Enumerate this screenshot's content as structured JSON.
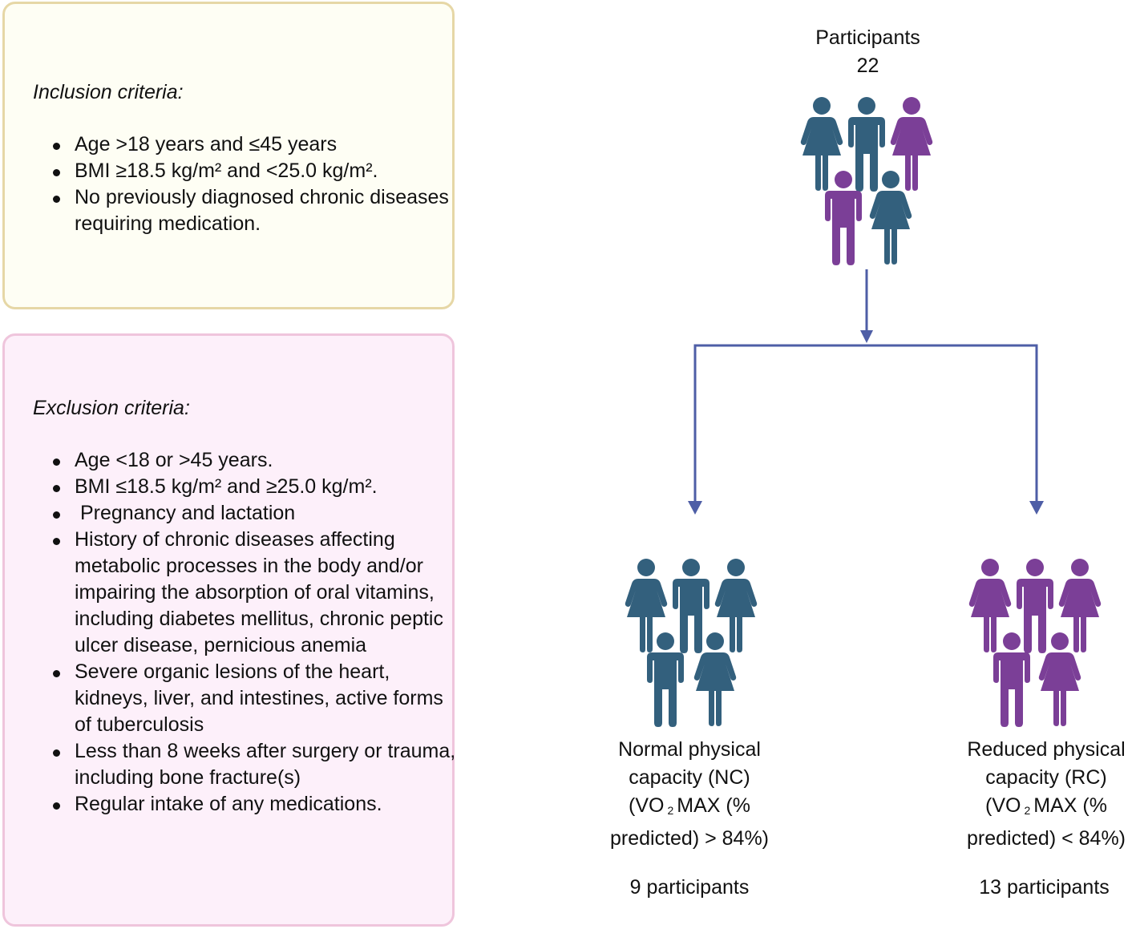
{
  "inclusion": {
    "title": "Inclusion criteria:",
    "items": [
      "Age >18 years and ≤45 years",
      "BMI ≥18.5 kg/m² and <25.0 kg/m².",
      "No previously diagnosed chronic diseases requiring medication."
    ]
  },
  "exclusion": {
    "title": "Exclusion criteria:",
    "items": [
      "Age <18 or >45 years.",
      "BMI ≤18.5 kg/m² and ≥25.0 kg/m².",
      " Pregnancy and lactation",
      "History of chronic diseases affecting metabolic processes in the body and/or impairing the absorption of oral vitamins, including diabetes mellitus, chronic peptic ulcer disease, pernicious anemia",
      "Severe organic lesions of the heart, kidneys, liver, and intestines, active forms of tuberculosis",
      "Less than 8 weeks after surgery or trauma, including bone fracture(s)",
      "Regular intake of any medications."
    ]
  },
  "participants": {
    "label": "Participants",
    "total": "22"
  },
  "groups": {
    "nc": {
      "line1": "Normal physical",
      "line2": "capacity (NC)",
      "vo_prefix": "(VO",
      "vo_sub": "2",
      "vo_suffix": "MAX (%",
      "line4": "predicted) > 84%)",
      "count": "9 participants"
    },
    "rc": {
      "line1": "Reduced physical",
      "line2": "capacity (RC)",
      "vo_prefix": "(VO",
      "vo_sub": "2",
      "vo_suffix": "MAX (%",
      "line4": "predicted) < 84%)",
      "count": "13 participants"
    }
  },
  "colors": {
    "teal": "#33607d",
    "purple": "#7b3f97",
    "arrow": "#4e5ea6"
  }
}
